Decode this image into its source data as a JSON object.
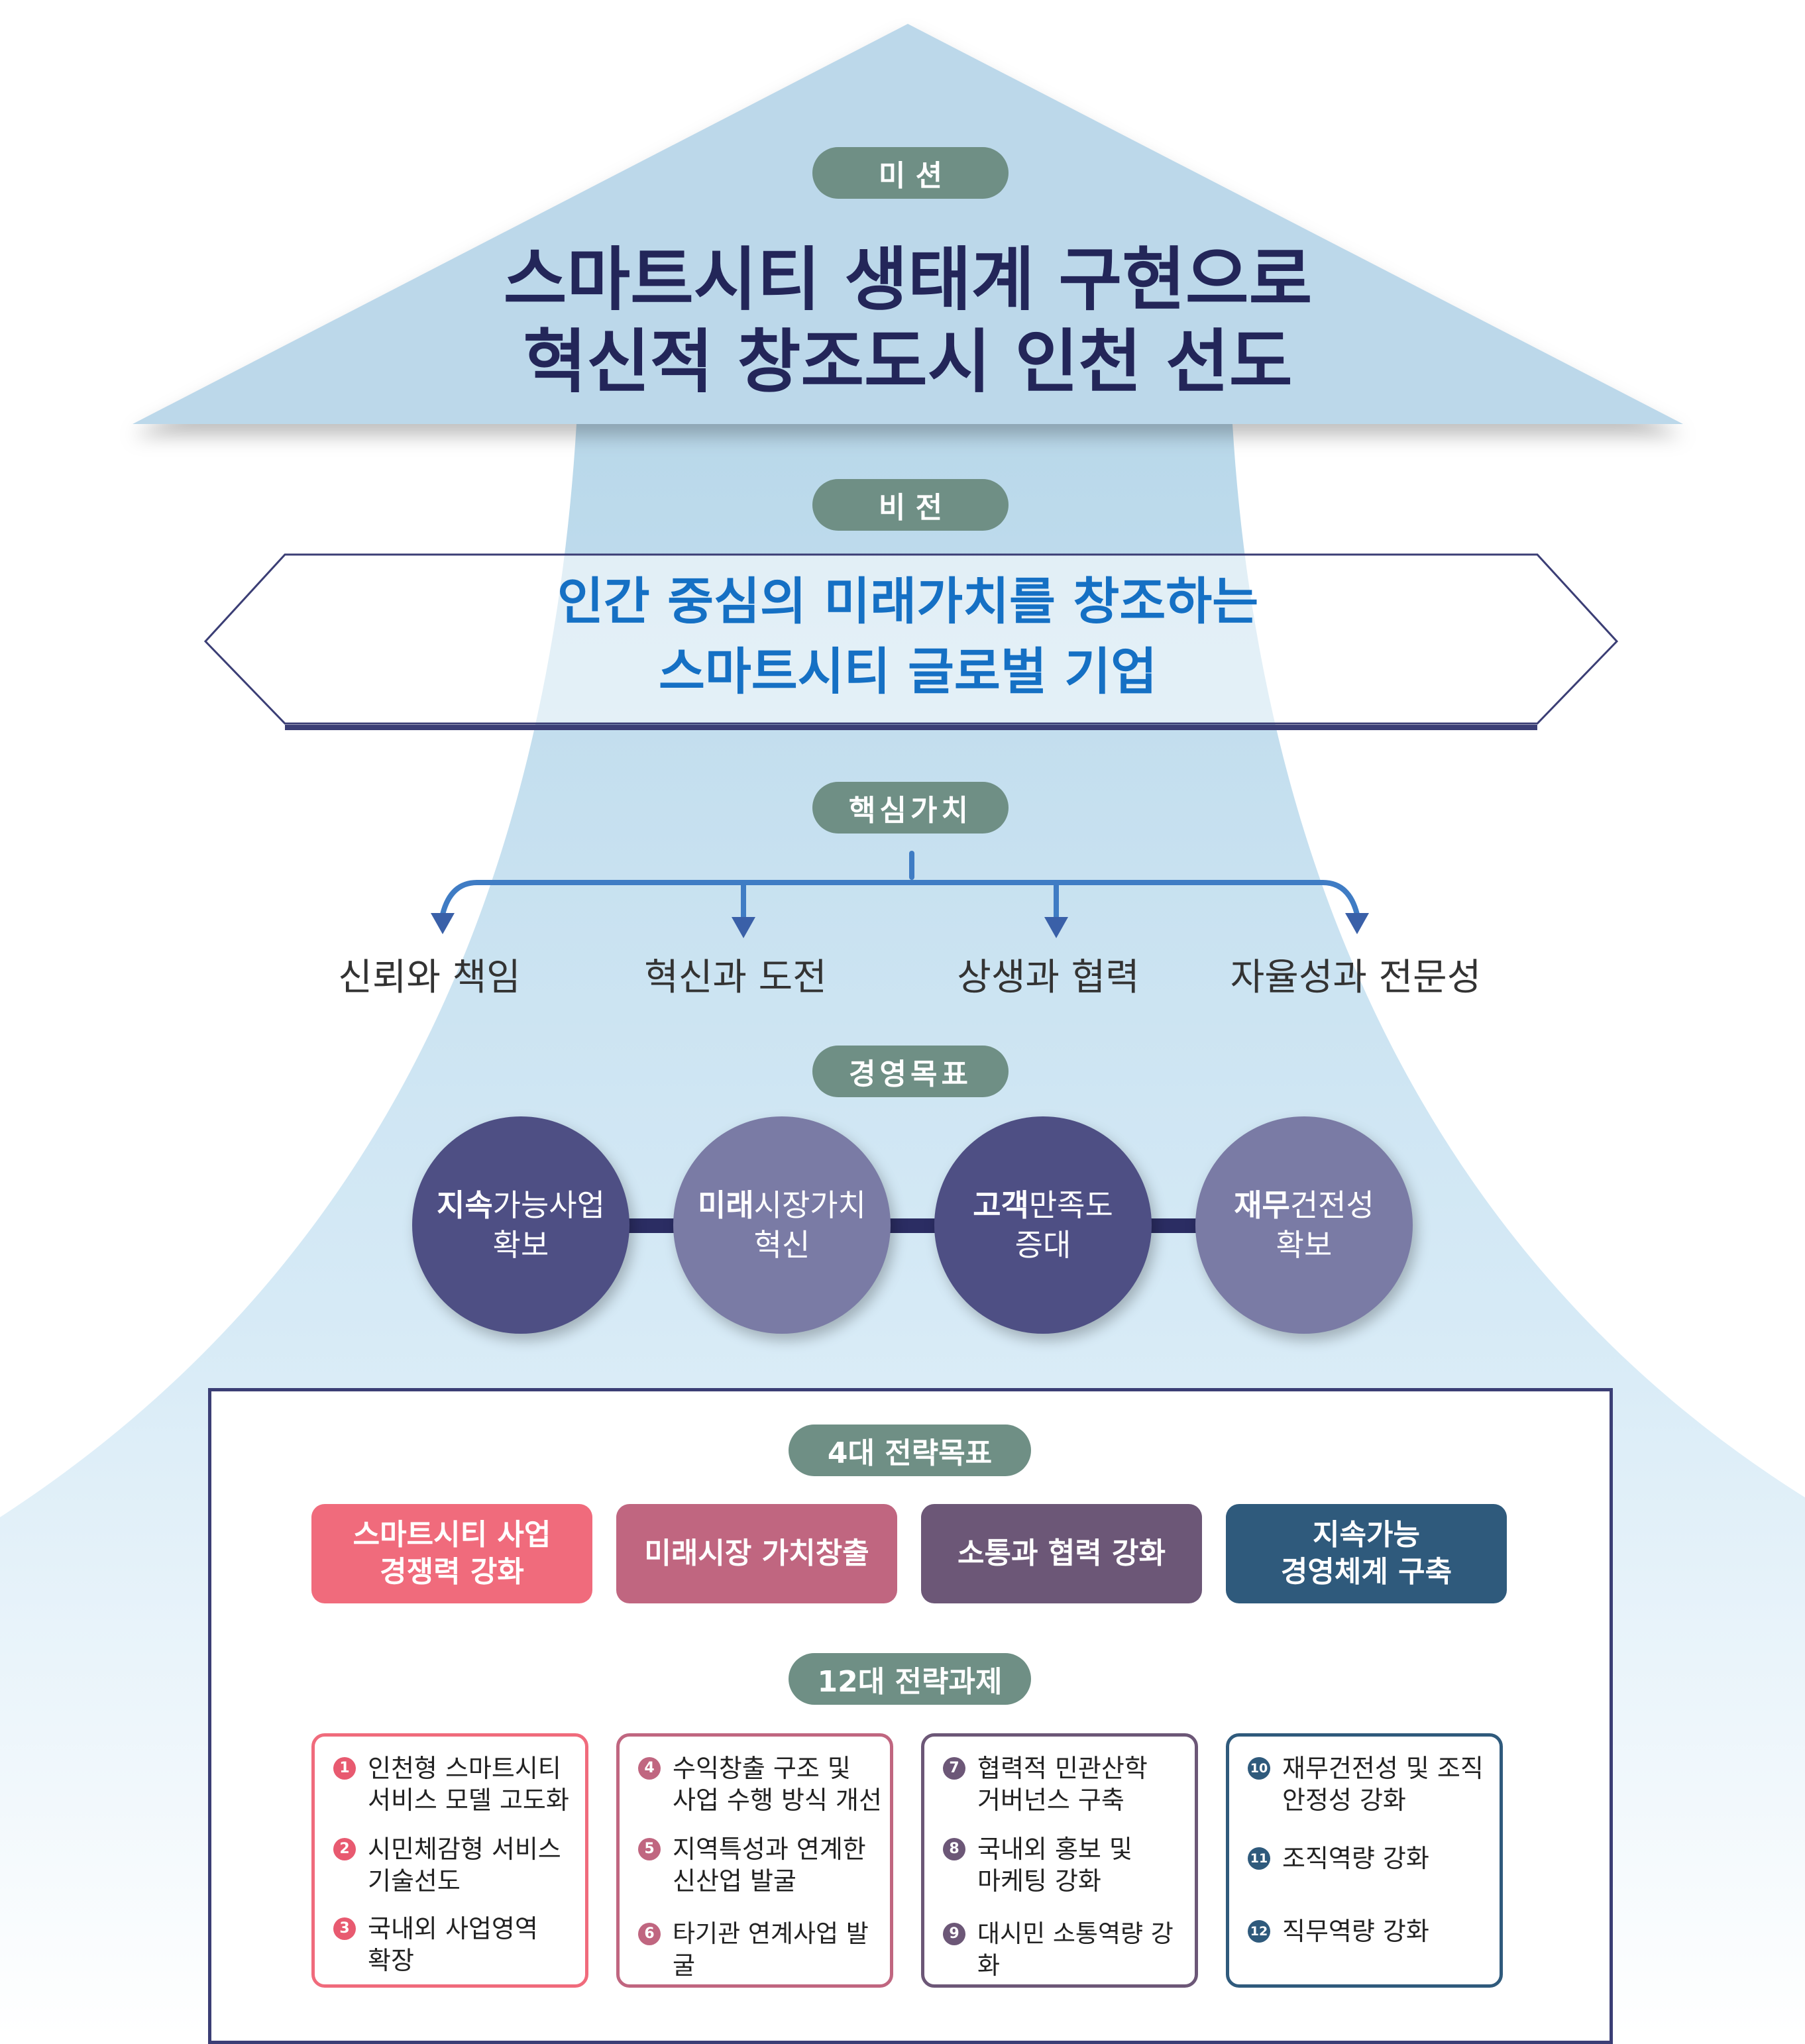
{
  "mission": {
    "label": "미  션",
    "line1": "스마트시티 생태계 구현으로",
    "line2": "혁신적 창조도시 인천 선도"
  },
  "vision": {
    "label": "비  전",
    "line1": "인간 중심의 미래가치를 창조하는",
    "line2": "스마트시티 글로벌 기업"
  },
  "core_values": {
    "label": "핵심가치",
    "items": [
      "신뢰와 책임",
      "혁신과 도전",
      "상생과 협력",
      "자율성과 전문성"
    ]
  },
  "management_goals": {
    "label": "경영목표",
    "items": [
      {
        "bold": "지속",
        "rest": "가능사업",
        "line2": "확보",
        "color": "#4e4f84"
      },
      {
        "bold": "미래",
        "rest": "시장가치",
        "line2": "혁신",
        "color": "#7a7ba5"
      },
      {
        "bold": "고객",
        "rest": "만족도",
        "line2": "증대",
        "color": "#4e4f84"
      },
      {
        "bold": "재무",
        "rest": "건전성",
        "line2": "확보",
        "color": "#7a7ba5"
      }
    ]
  },
  "strategic_goals": {
    "label": "4대 전략목표",
    "items": [
      {
        "line1": "스마트시티 사업",
        "line2": "경쟁력 강화",
        "color": "#f06b7c"
      },
      {
        "line1": "미래시장 가치창출",
        "line2": "",
        "color": "#c06680"
      },
      {
        "line1": "소통과 협력 강화",
        "line2": "",
        "color": "#6c5777"
      },
      {
        "line1": "지속가능",
        "line2": "경영체계 구축",
        "color": "#2f5a7c"
      }
    ]
  },
  "strategic_tasks": {
    "label": "12대 전략과제",
    "groups": [
      {
        "border": "#f06b7c",
        "num_color": "#e85a70",
        "tasks": [
          {
            "num": "1",
            "line1": "인천형 스마트시티",
            "line2": "서비스 모델 고도화"
          },
          {
            "num": "2",
            "line1": "시민체감형 서비스",
            "line2": "기술선도"
          },
          {
            "num": "3",
            "line1": "국내외 사업영역",
            "line2": "확장"
          }
        ]
      },
      {
        "border": "#c06680",
        "num_color": "#c06680",
        "tasks": [
          {
            "num": "4",
            "line1": "수익창출 구조 및",
            "line2": "사업 수행 방식 개선"
          },
          {
            "num": "5",
            "line1": "지역특성과 연계한",
            "line2": "신산업 발굴"
          },
          {
            "num": "6",
            "line1": "타기관 연계사업 발굴",
            "line2": ""
          }
        ]
      },
      {
        "border": "#6c5777",
        "num_color": "#6c5777",
        "tasks": [
          {
            "num": "7",
            "line1": "협력적 민관산학",
            "line2": "거버넌스 구축"
          },
          {
            "num": "8",
            "line1": "국내외 홍보 및",
            "line2": "마케팅 강화"
          },
          {
            "num": "9",
            "line1": "대시민 소통역량 강화",
            "line2": ""
          }
        ]
      },
      {
        "border": "#2f5a7c",
        "num_color": "#2f5a7c",
        "tasks": [
          {
            "num": "10",
            "line1": "재무건전성 및 조직",
            "line2": "안정성 강화"
          },
          {
            "num": "11",
            "line1": "조직역량 강화",
            "line2": ""
          },
          {
            "num": "12",
            "line1": "직무역량 강화",
            "line2": ""
          }
        ]
      }
    ]
  }
}
